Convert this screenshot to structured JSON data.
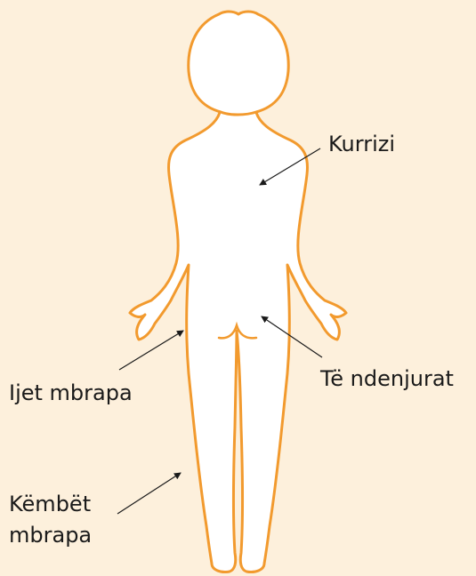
{
  "colors": {
    "background": "#fdf0dc",
    "outline": "#f29a2e",
    "fill": "#ffffff",
    "pointer": "#1a1a1a"
  },
  "labels": {
    "back": "Kurrizi",
    "buttocks": "Të ndenjurat",
    "back_thighs": "Ijet mbrapa",
    "back_legs_line1": "Këmbët",
    "back_legs_line2": "mbrapa"
  }
}
